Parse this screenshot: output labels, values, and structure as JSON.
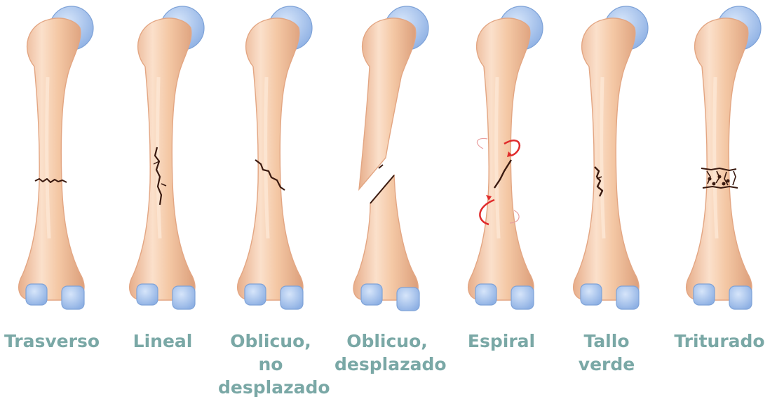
{
  "colors": {
    "bone_fill": "#f4c9a8",
    "bone_shadow": "#e3a683",
    "bone_highlight": "#fde6d3",
    "cartilage": "#a9c6ee",
    "cartilage_edge": "#7fa3d8",
    "fracture": "#3a1a10",
    "rotation_arrow": "#e02b2b",
    "label_text": "#7aa8a6"
  },
  "fracture_types": [
    {
      "id": "transverse",
      "label": "Trasverso"
    },
    {
      "id": "linear",
      "label": "Lineal"
    },
    {
      "id": "oblique-nondisplaced",
      "label": "Oblicuo, no desplazado"
    },
    {
      "id": "oblique-displaced",
      "label": "Oblicuo, desplazado"
    },
    {
      "id": "spiral",
      "label": "Espiral"
    },
    {
      "id": "greenstick",
      "label": "Tallo verde"
    },
    {
      "id": "comminuted",
      "label": "Triturado"
    }
  ]
}
